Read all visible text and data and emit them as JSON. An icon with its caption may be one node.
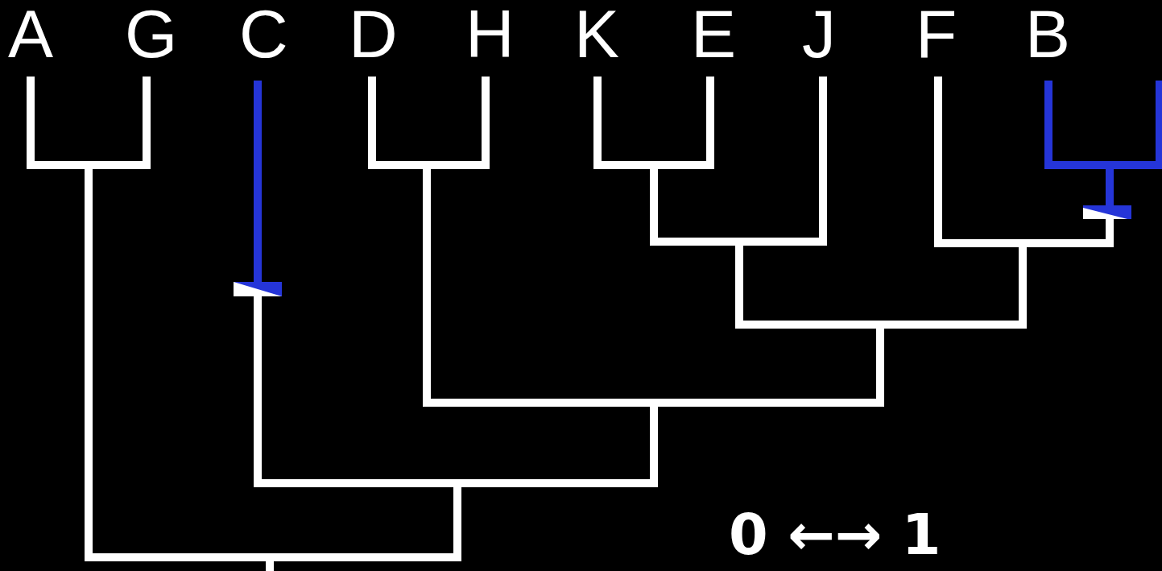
{
  "diagram": {
    "labels": [
      "A",
      "G",
      "C",
      "D",
      "H",
      "K",
      "E",
      "J",
      "F",
      "B",
      "0 ←→ 1"
    ]
  }
}
